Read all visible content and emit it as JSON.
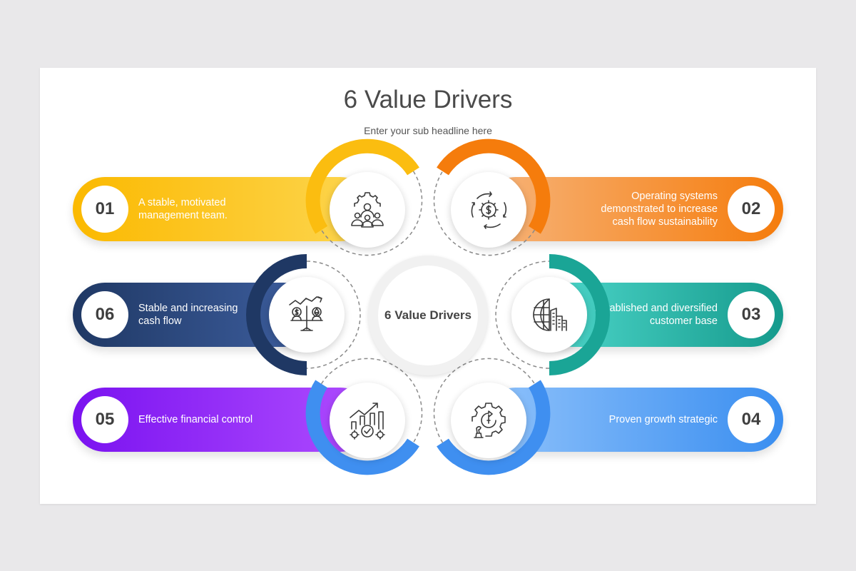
{
  "title": "6 Value Drivers",
  "subtitle": "Enter your sub headline here",
  "center_label": "6 Value Drivers",
  "colors": {
    "yellow": "#fbc02d",
    "orange": "#f57c00",
    "teal": "#26a69a",
    "blue": "#3f8ff0",
    "purple": "#7b2ff7",
    "navy": "#1f3864"
  },
  "drivers": [
    {
      "number": "01",
      "text": "A stable, motivated management team.",
      "icon": "team-gear-icon"
    },
    {
      "number": "02",
      "text": "Operating systems demonstrated to increase cash flow sustainability",
      "icon": "dollar-cycle-gear-icon"
    },
    {
      "number": "03",
      "text": "Established and diversified customer base",
      "icon": "globe-buildings-icon"
    },
    {
      "number": "04",
      "text": "Proven growth strategic",
      "icon": "gear-strategy-chess-icon"
    },
    {
      "number": "05",
      "text": "Effective financial control",
      "icon": "growth-chart-gears-icon"
    },
    {
      "number": "06",
      "text": "Stable and increasing cash flow",
      "icon": "balance-scale-currency-icon"
    }
  ]
}
